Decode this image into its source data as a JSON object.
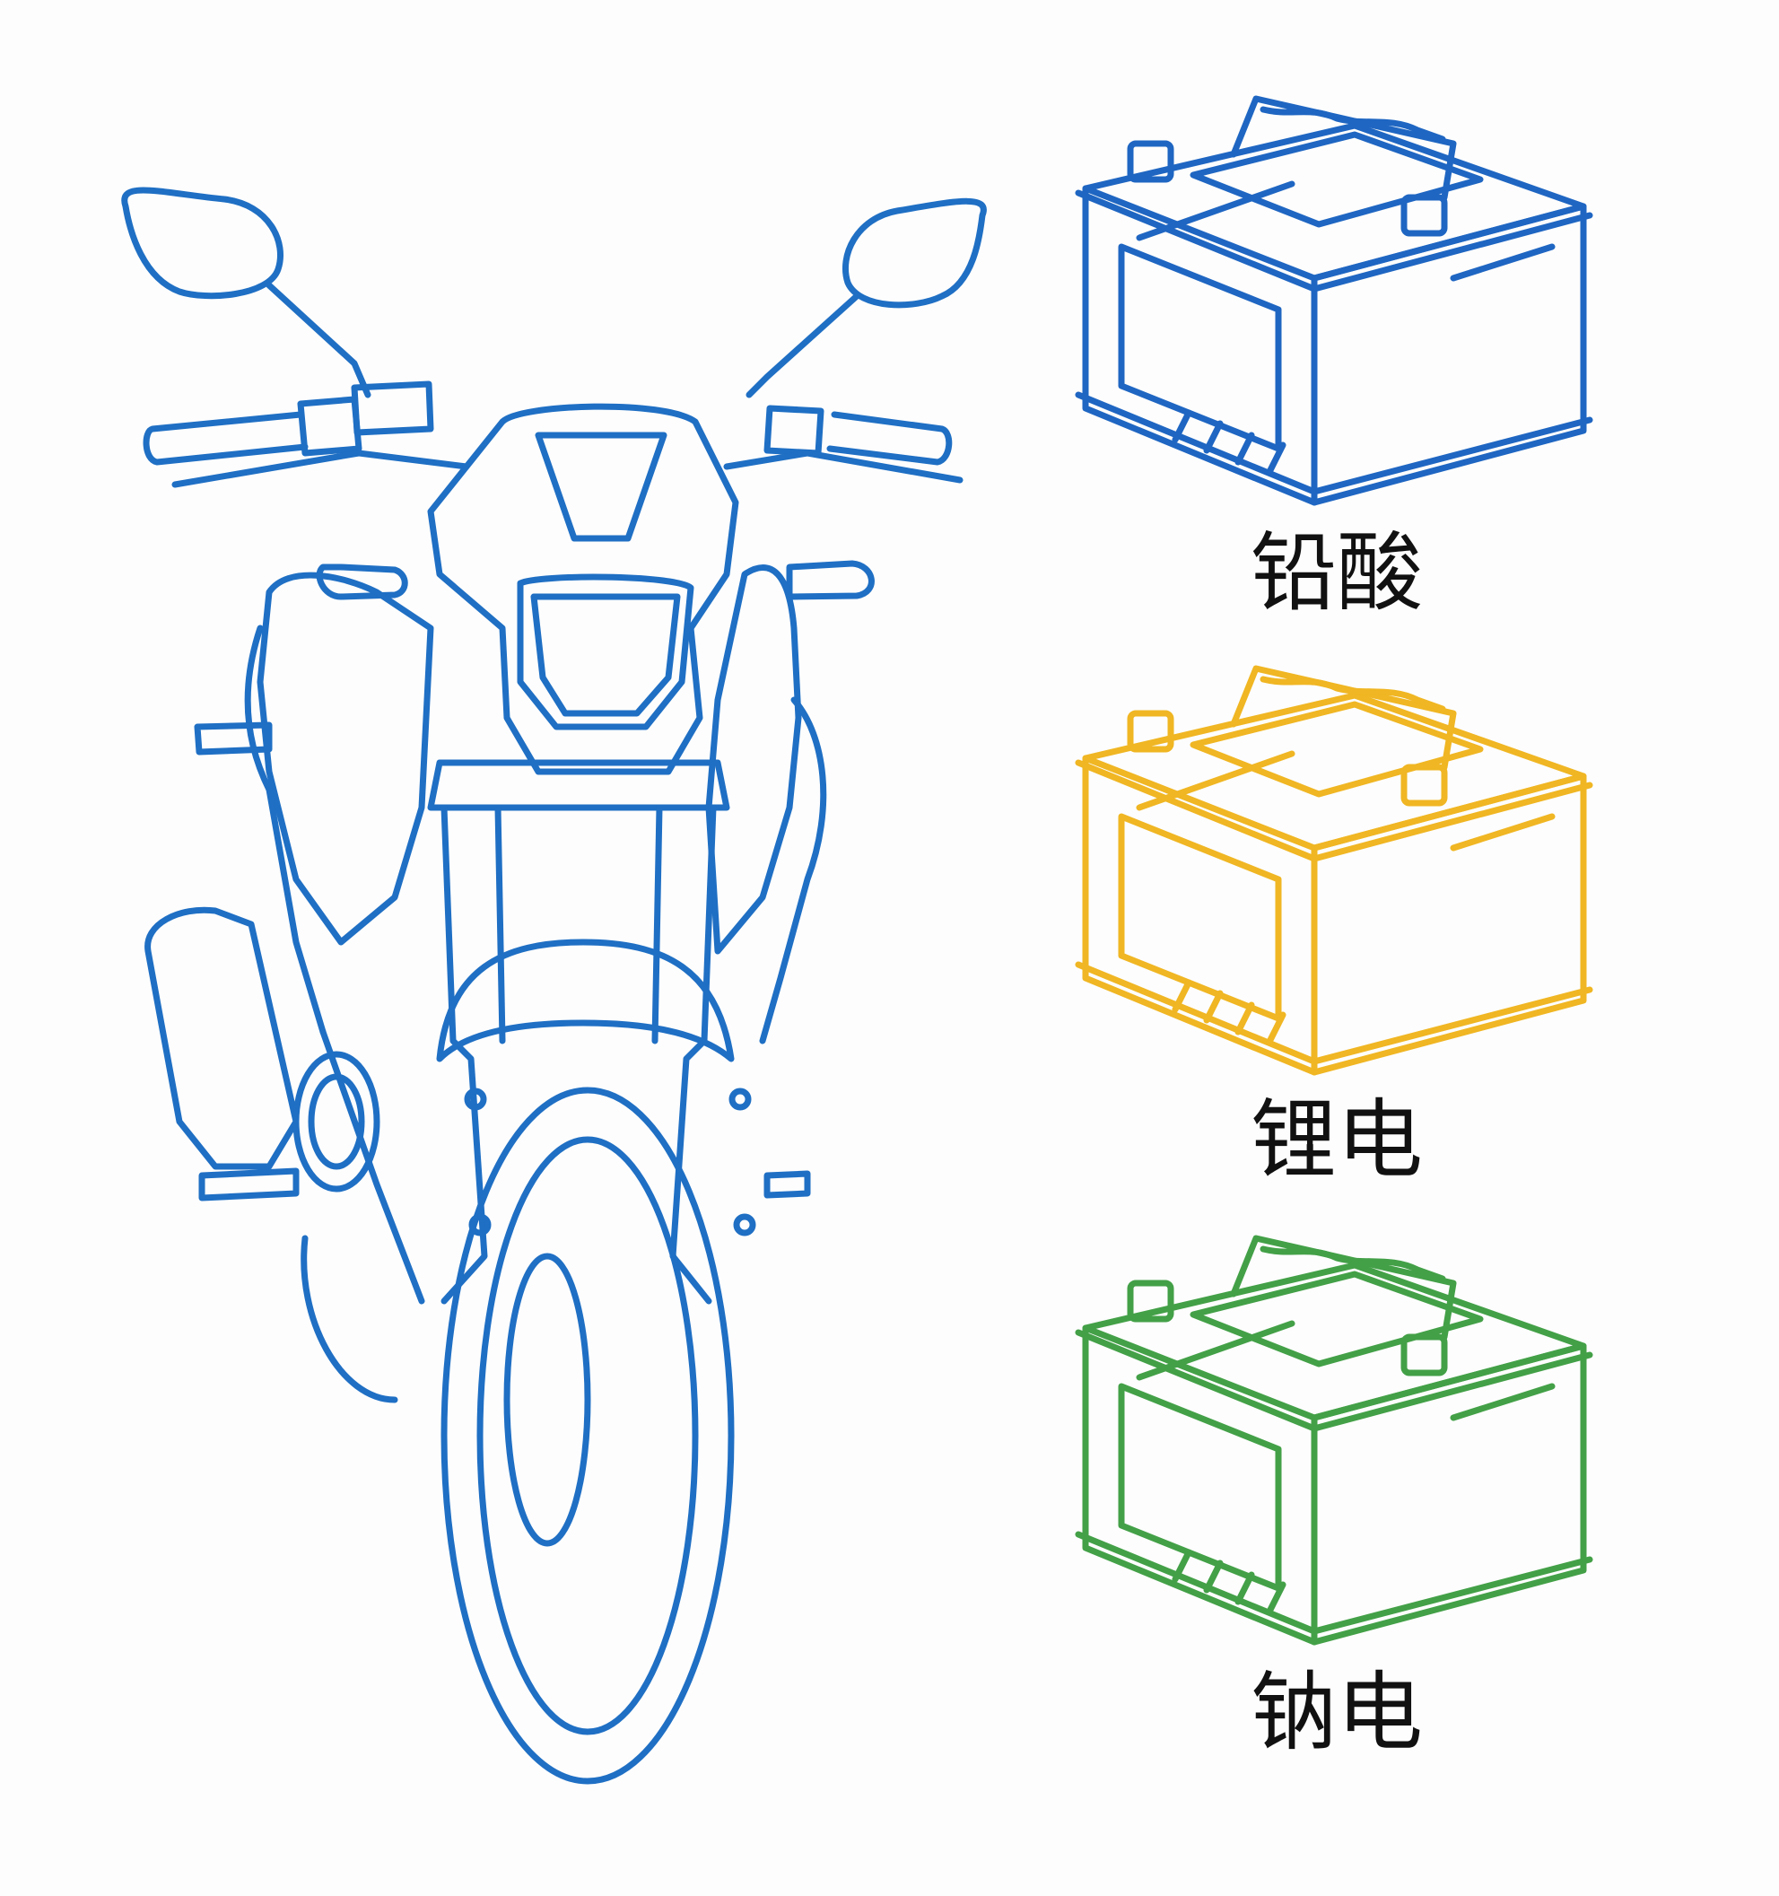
{
  "colors": {
    "motorcycle": "#1f6fc4",
    "background": "#fdfdfd",
    "label_text": "#111111"
  },
  "motorcycle": {
    "icon": "motorcycle-front-view-line-drawing"
  },
  "batteries": [
    {
      "label": "铅酸",
      "color": "#1f66c2",
      "icon": "car-battery-outline"
    },
    {
      "label": "锂电",
      "color": "#f0b623",
      "icon": "car-battery-outline"
    },
    {
      "label": "钠电",
      "color": "#43a047",
      "icon": "car-battery-outline"
    }
  ]
}
